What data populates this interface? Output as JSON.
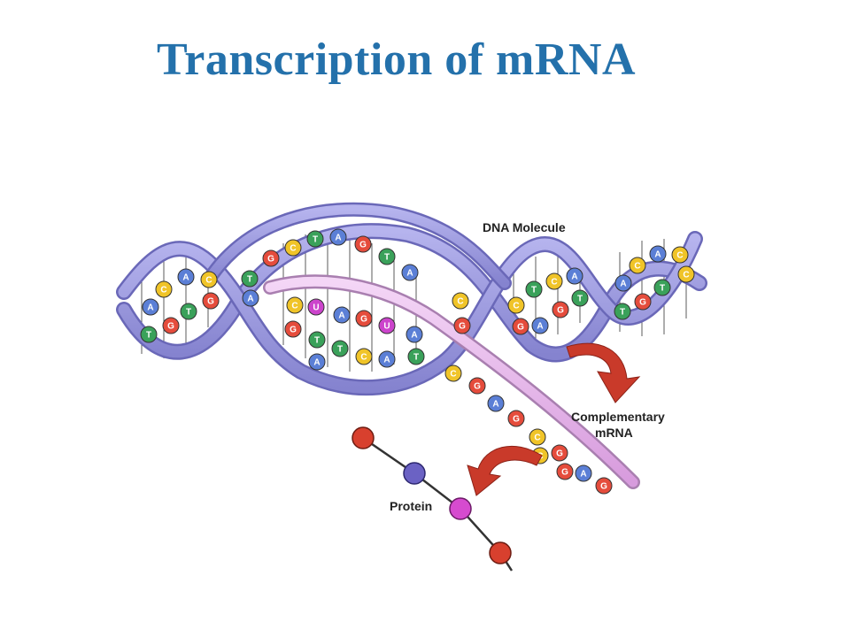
{
  "title": "Transcription of mRNA",
  "labels": {
    "dna_molecule": "DNA Molecule",
    "complementary": "Complementary",
    "mrna": "mRNA",
    "protein": "Protein"
  },
  "colors": {
    "title": "#2471ab",
    "backbone": "#9a9adc",
    "backbone_edge": "#6a68b8",
    "mrna_strand": "#e8b8ec",
    "arrow": "#c93a2a",
    "A": "#5b7fd6",
    "C": "#f0c428",
    "G": "#e54c3c",
    "T": "#3aa15a",
    "U": "#cc44cc"
  }
}
